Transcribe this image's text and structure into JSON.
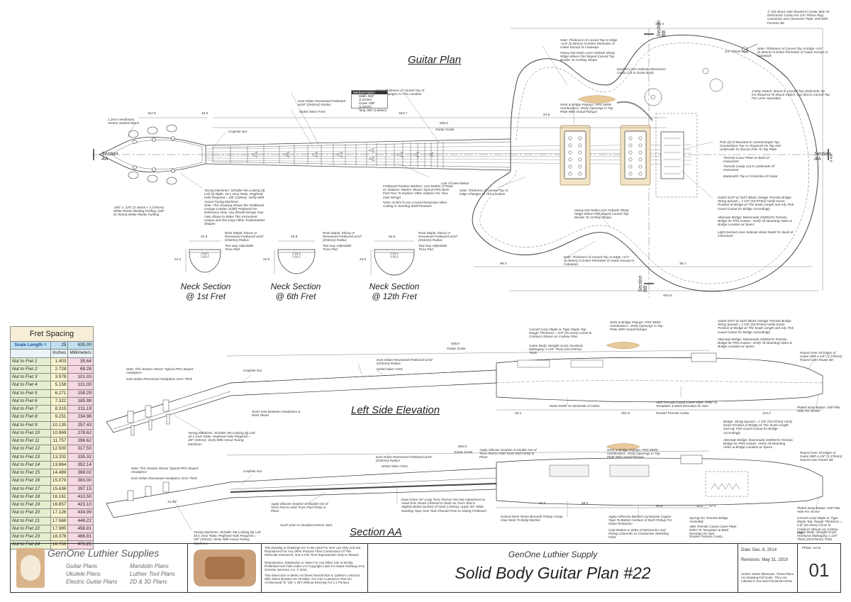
{
  "views": {
    "plan_title": "Guitar Plan",
    "side_title": "Left Side Elevation",
    "section_title": "Section AA"
  },
  "section_tags": {
    "aa": "Section AA",
    "bb": "Section BB"
  },
  "neck_sections": [
    {
      "line1": "Neck Section",
      "line2": "@ 1st Fret",
      "width": "42.9",
      "depth": "21.2",
      "note": "Rock Maple, Ebony or Rosewood Fretboard w/10\" (254mm) Radius",
      "rod": "Two-way Adjustable Truss Rod"
    },
    {
      "line1": "Neck Section",
      "line2": "@ 6th Fret",
      "width": "48.8",
      "depth": "22.0",
      "note": "Rock Maple, Ebony or Rosewood Fretboard w/10\" (254mm) Radius",
      "rod": "Two-way Adjustable Truss Rod"
    },
    {
      "line1": "Neck Section",
      "line2": "@ 12th Fret",
      "width": "52.6",
      "depth": "23.0",
      "note": "Rock Maple, Ebony or Rosewood Fretboard w/10\" (254mm) Radius",
      "rod": "Two-way Adjustable Truss Rod"
    }
  ],
  "plan_dims": {
    "headstock": "114.8",
    "nut": "10.0",
    "scale": "323.7",
    "scale2": "635.0",
    "scale_label": "Guitar Scale",
    "body_width": "393.4",
    "overall": "494.9",
    "lower": "99.4",
    "side": "38.1",
    "bridge": "24.5"
  },
  "plan_notes": {
    "headveneer": "1.2mm Headstock Veneer Stained Black",
    "fretboard": "East Indian Rosewood Fretboard w/10\" (254mm) Radius",
    "frets": "Nickel Silver Frets",
    "graphite": "Graphite Nut",
    "thickness_top": "Note: Thickness of Carved Top At Edge Changes At This Location",
    "tuning": "Tuning Machines: Schaller M6 Locking (3) Left (3) Right. 16:1 Gear Ratio. Peghead Hole Required = 3/8\" (10mm). Verify With Actual Tuning Machines",
    "drawing": "Note: This Drawing Shows the Traditional George Lowden Subtly Peghead For Reference Only. You Should Design Your Own Shape to Make This Instrument Unique and Not Copy Other Trademarked Shapes",
    "purfling": ".093\" x .125\" (2.36mm x 3.175mm) White Plastic Binding Purfling .030\" (0.76mm) White Plastic Purfling",
    "markers": "Fretboard Position Markers: Use Mother of Pearl Or Abalone. Pattern Shows Typical PRS Birds. Feel Free To Explore Other Options For Your Own Design",
    "respirator": "Note! ALWAYS use a Good Respirator when Cutting or Sanding Shell Products",
    "heel": "Line Of Heel Below",
    "edge_change": "Note: Thickness of Carved Top At Edge Changes At This Location",
    "carved_a": "Note: Thickness of Carved Top At Edge +1/4\" (6.35mm) At Entire Perimeter of Guitar Except At Cutaways",
    "dashed_ridge": "Heavy Dot-Dash Lines Indicate Sharp Ridge Where Flat Sloped Carved Top Breaks To Archtop Shape",
    "pickups": "Neck & Bridge Pickups: PRS 59/09 Humbuckers. Verify Openings In Top Plate With Actual Pickups",
    "electronics": "Dashed Lines Indicate Electronics Cavity Cut In Guitar Body",
    "jack": "1\" (25.4mm) Hole Routed In Guitar Side To Electronics Cavity For 1/4\" Phone Plug Connector and Connector Plate. Drill With Forstner Bit",
    "phone": "1/4\" Phone Plug",
    "switch": "3-Way Switch: Mount to Carved Top Underside Tip Ins Required To Mount Switch. Cut Slot In Carved Top For Lever Operation",
    "knobs": "Pots (2) of Mounted in Carved Maple Top. Counterbore Top As Required On Top and Underside To Secure Pots To Top Plate",
    "cover": "Tremolo Cover Plate on Back of Instrument",
    "cavity": "Tremolo Cavity Cut In Underside Of Instrument",
    "centerline": "Backnotch Top At Centerline of Guitar",
    "bridge": "Gotoh 510T w/ 510T Block Vintage Tremolo Bridge. String Spread = 2 1/8\" (53.97mm) Verify Exact Position of Bridge w/ The Scale Length and Adj. Pick Guard Cutout for Bridge Accordingly",
    "alt_bridge": "Alternate Bridge: Mannmade 2000NOS Tremolo Bridge for PRS Guitars. Verify All Mounting Holes & Bridge Location w/ Specs",
    "relief": "Light Dashed Lines Indicate Waist Relief On Back of Instrument",
    "ridge_b": "Heavy Dot-Dash Lines Indicate Sharp Ridge Where Flat Sloped Carved Top Breaks To Archtop Shape",
    "carved_b": "Note: Thickness of Carved Top At Edge +1/4\" (6.35mm) At Entire Perimeter of Guitar Except At Cutaways"
  },
  "string_tag": {
    "title": "Medium/Higher",
    "l1": "Width .062\" (1.57mm)",
    "l2": "Crown .048\" (1.22mm)",
    "l3": "Tang .063\" (1.60mm)"
  },
  "side_dims": {
    "scale": "635.0",
    "scale_label": "Guitar Scale",
    "d1": "53.1",
    "d2": "261.8",
    "d3": "113.2"
  },
  "side_notes": {
    "peghead": "Note: This Section Shows Typical PRS Sloped Headpiece",
    "headpiece": "East Indian Rosewood Headpiece 2mm Thick",
    "graphite": "Graphite Nut",
    "fretboard": "East Indian Rosewood Fretboard w/10\" (254mm) Radius",
    "frets": "Nickel Silver Frets",
    "carved": "Carved Curly Maple or Tiger Maple Top. Rough Thickness = 0.8\" (20.3mm) Carve to Contours Shown on Contour Plan",
    "body": "Guitar Body: Straight Grain Honduras Mahogany 1.125\" Thick (28.575mm) Thick",
    "pickups": "Neck & Bridge Pickups: PRS 59/09 Humbuckers. Verify Openings In Top Plate With Actual Pickups",
    "bridge": "Gotoh 510T w/ 510T Block Vintage Tremolo Bridge. String Spread = 2 1/8\" (53.97mm) Verify Exact Position of Bridge w/ The Scale Length and Adj. Pick Guard Cutout for Bridge Accordingly",
    "alt": "Alternate Bridge: Mannmade 2000NOS Tremolo Bridge for PRS Guitars. Verify All Mounting Holes & Bridge Location w/ Specs",
    "round": "Round Over All Edges of Guitar With a 1/8\" (3.175mm) Round-Over Router Bit",
    "scarf": "Scarf Joint Between Headpiece & Neck Wood",
    "tuning": "Tuning Machines: Schaller M6 Locking (6) Left 18:1 Gear Ratio. Peghead Hole Required = 3/8\" (10mm). Verify With Actual Tuning Machines",
    "waist": "Waist Relief On Backside of Guitar",
    "abs": "ABS Tremolo Cavity Cover Plate. Refer To Templates & Back Elevation for Size",
    "routed": "Routed Tremolo Cavity",
    "strap": "Plated Strap Button. Drill Pilot Hole For Screw"
  },
  "section_dims": {
    "scale": "635.0",
    "scale_label": "Guitar Scale",
    "angle": "13.00°",
    "d1": "52.0",
    "d2": "68.0",
    "d3": "94.8",
    "d4": "15.2",
    "d5": "17.4"
  },
  "section_notes": {
    "peghead": "Note: This Section Shows Typical PRS Sloped Headpiece",
    "headpiece": "East Indian Rosewood Headpiece 2mm Thick",
    "graphite": "Graphite Nut",
    "fretboard": "East Indian Rosewood Fretboard w/10\" (254mm) Radius",
    "frets": "Nickel Silver Frets",
    "seal1": "Apply Silicone Sealant At Double Nut of Truss Rod to Hold Truss Rod Firmly in Place",
    "seal2": "Apply Silicone Sealant At Double Nut of Truss Rod to Hold Truss Rod Firmly in Place",
    "pickups": "Neck & Bridge Pickups: PRS 59/09 Humbuckers. Verify Openings In Top Plate With Actual Pickups",
    "bridge": "Bridge: String Spread = 2 1/8\" (53.97mm) Verify Exact Position of Bridge w/ The Scale Length and Adj. Pick Guard Cutout for Bridge Accordingly",
    "alt": "Alternate Bridge: Mannmade 2000NOS Tremolo Bridge for PRS Guitars. Verify All Mounting Holes & Bridge Location w/ Specs",
    "round": "Round Over All Edges of Guitar With a 1/8\" (3.175mm) Round-Over Router Bit",
    "truss": "Dual Action 18\" Long Truss Rod w/ Hex Nut Adjustment at Head End. Route Channel In Neck So Truss Rod is Slightly Below Surface of Neck (.25mm). Apply 3/4\" Wide Masking Tape Over Rod Channel Prior to Gluing Fretboard",
    "scarf": "Scarf Joint At Headpiece/Neck Joint",
    "tuning": "Tuning Machines: Schaller M6 Locking (6) Left 18:1 Gear Ratio. Peghead Hole Required = 3/8\" (10mm). Verify With Actual Tuning Machines",
    "tenon": "Extend Neck Tenon Beneath Pickup Cavity. Glue Neck To Body Mortise",
    "foil": "Apply Adhesive Backed Conductive Copper Tape To Bottom Surface of Each Pickup For Noise Reduction",
    "shield": "Coat Bottom & Sides of Electronics and Pickup Channels w/ Conductive Shielding Paint",
    "springs": "Springs for Tremolo Bridge Assembly",
    "abs": "ABS Tremolo Cavity Cover Plate. Refer To Templates & Back Elevation for Size",
    "routed": "Routed Tremolo Cavity",
    "strap": "Plated Strap Button. Drill Pilot Hole For Screw",
    "carved": "Carved Curly Maple or Tiger Maple Top. Rough Thickness = 0.8\" (20.3mm) Carve to Contours Shown on Contour Plan",
    "body": "Guitar Body: Straight Grain Honduras Mahogany 1.125\" Thick (28.575mm) Thick"
  },
  "fret_spacing": {
    "title": "Fret Spacing",
    "scale_label": "Scale Length =",
    "scale_in": "25",
    "scale_mm": "635.00",
    "unit_in": "Inches",
    "unit_mm": "Millimeters",
    "rows": [
      {
        "label": "Nut to Fret 1",
        "inches": "1.403",
        "mm": "35.64"
      },
      {
        "label": "Nut to Fret 2",
        "inches": "2.728",
        "mm": "69.28"
      },
      {
        "label": "Nut to Fret 3",
        "inches": "3.978",
        "mm": "101.03"
      },
      {
        "label": "Nut to Fret 4",
        "inches": "5.158",
        "mm": "131.00"
      },
      {
        "label": "Nut to Fret 5",
        "inches": "6.271",
        "mm": "159.29"
      },
      {
        "label": "Nut to Fret 6",
        "inches": "7.322",
        "mm": "185.99"
      },
      {
        "label": "Nut to Fret 7",
        "inches": "8.315",
        "mm": "211.19"
      },
      {
        "label": "Nut to Fret 8",
        "inches": "9.251",
        "mm": "234.98"
      },
      {
        "label": "Nut to Fret 9",
        "inches": "10.135",
        "mm": "257.43"
      },
      {
        "label": "Nut to Fret 10",
        "inches": "10.969",
        "mm": "278.62"
      },
      {
        "label": "Nut to Fret 11",
        "inches": "11.757",
        "mm": "298.62"
      },
      {
        "label": "Nut to Fret 12",
        "inches": "12.500",
        "mm": "317.50"
      },
      {
        "label": "Nut to Fret 13",
        "inches": "13.202",
        "mm": "335.32"
      },
      {
        "label": "Nut to Fret 14",
        "inches": "13.864",
        "mm": "352.14"
      },
      {
        "label": "Nut to Fret 15",
        "inches": "14.489",
        "mm": "368.02"
      },
      {
        "label": "Nut to Fret 16",
        "inches": "15.079",
        "mm": "383.00"
      },
      {
        "label": "Nut to Fret 17",
        "inches": "15.636",
        "mm": "397.15"
      },
      {
        "label": "Nut to Fret 18",
        "inches": "16.161",
        "mm": "410.50"
      },
      {
        "label": "Nut to Fret 19",
        "inches": "16.657",
        "mm": "423.10"
      },
      {
        "label": "Nut to Fret 20",
        "inches": "17.126",
        "mm": "434.99"
      },
      {
        "label": "Nut to Fret 21",
        "inches": "17.568",
        "mm": "446.22"
      },
      {
        "label": "Nut to Fret 22",
        "inches": "17.985",
        "mm": "456.81"
      },
      {
        "label": "Nut to Fret 23",
        "inches": "18.378",
        "mm": "466.81"
      },
      {
        "label": "Nut to Fret 24",
        "inches": "18.750",
        "mm": "476.25"
      }
    ]
  },
  "title_block": {
    "brand": "GenOne Luthier Supplies",
    "products": [
      "Guitar Plans",
      "Mandolin Plans",
      "Ukulele Plans",
      "Luthier Tool Plans",
      "Electric Guitar Plans",
      "2D & 3D Plans"
    ],
    "legal1": "This Drawing or Drawings Are To Be Used For One Use Only And Not Reproduced For Any Other Purpose Than Construction Of This Particular Instrument, and a One Time Reproduction Only is Allowed",
    "legal2": "Reproduction, Distribution or Sales For Any Other Use Is Strictly Prohibited And Falls Under U.S Copyright Laws For David Vertfang Art & GenOne Services, Inc. © 2015",
    "legal3": "This Sheet Size Is Metric A0 Sheet Overall Size is 1189mm x 841mm With 10mm Borders On All Sides. For USA Customers Print On Architectural \"E\" (36\" x 48\") Without Resizing For 1:1 Printout",
    "company": "GenOne Luthier Supply",
    "plan": "Solid Body Guitar Plan #22",
    "date": "Date: Dec. 6, 2014",
    "revisions": "Revisions: May 31, 2019",
    "drawn": "PRSsc. scm4",
    "units_note": "Unless Noted Otherwise, These Plans Are Drawing Full Scale. They Are Labeled In mm and Fractional Inches",
    "sheet": "01"
  },
  "colors": {
    "line": "#333333",
    "pickup_cream": "#f2e4c4",
    "pickup_tan": "#d9b47a",
    "wood": "#e8c99a",
    "fret_header": "#f6eed7",
    "scale_row": "#bfe0ef",
    "label_col": "#e4efd0",
    "inch_col": "#fbf5cf",
    "mm_col": "#f6d8e4"
  }
}
